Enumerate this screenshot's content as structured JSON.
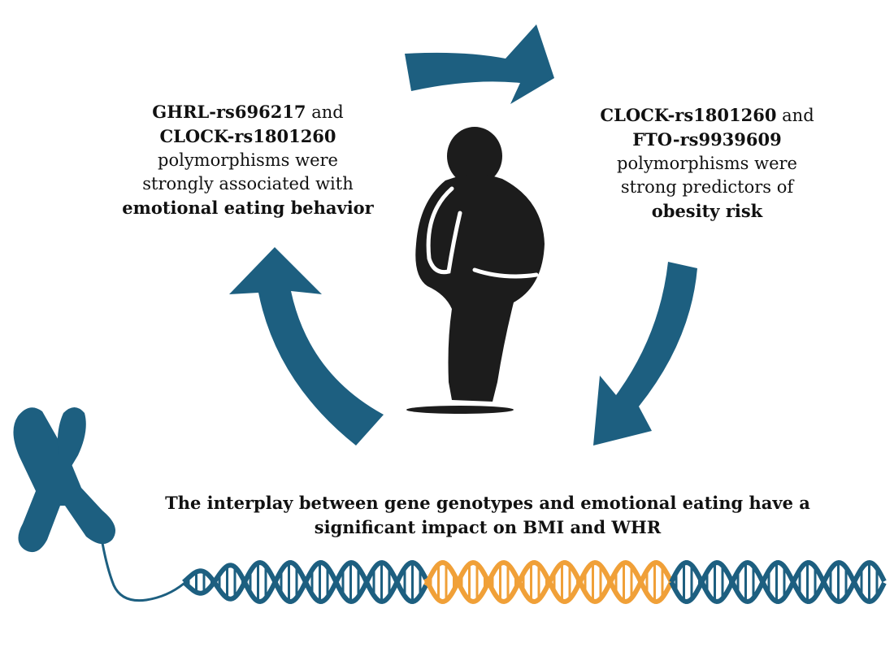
{
  "left_text": {
    "line1_bold": "GHRL-rs696217",
    "line1_rest": " and",
    "line2_bold": "CLOCK-rs1801260",
    "line3": "polymorphisms were",
    "line4": "strongly associated with",
    "line5_bold": "emotional eating behavior"
  },
  "right_text": {
    "line1_bold": "CLOCK-rs1801260",
    "line1_rest": " and",
    "line2_bold": "FTO-rs9939609",
    "line3": "polymorphisms were",
    "line4": "strong predictors of",
    "line5_bold": "obesity risk"
  },
  "bottom_text": {
    "line1": "The interplay between gene genotypes and emotional eating have a",
    "line2": "significant impact on BMI and WHR"
  },
  "colors": {
    "arrow_blue": "#1d5f80",
    "dna_blue": "#1d5f80",
    "dna_orange": "#f0a038",
    "silhouette": "#1c1c1c"
  }
}
